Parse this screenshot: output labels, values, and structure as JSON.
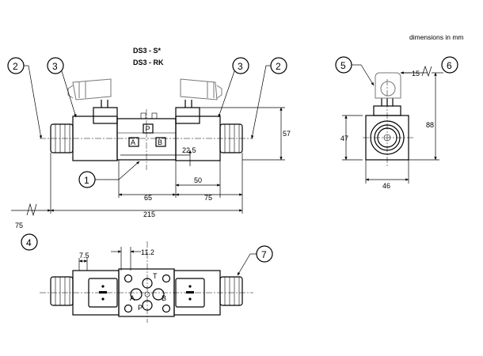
{
  "header": {
    "units_note": "dimensions in mm",
    "model_1": "DS3 - S*",
    "model_2": "DS3 - RK"
  },
  "callouts": [
    "1",
    "2",
    "2",
    "3",
    "3",
    "4",
    "5",
    "6",
    "7"
  ],
  "ports": {
    "a": "A",
    "b": "B",
    "p": "P",
    "t": "T"
  },
  "dimensions": {
    "d15": "15",
    "d57": "57",
    "d88": "88",
    "d47": "47",
    "d46": "46",
    "d22_5": "22.5",
    "d50": "50",
    "d65": "65",
    "d75_right": "75",
    "d215": "215",
    "d75_left": "75",
    "d7_5": "7.5",
    "d11_2": "11.2"
  }
}
